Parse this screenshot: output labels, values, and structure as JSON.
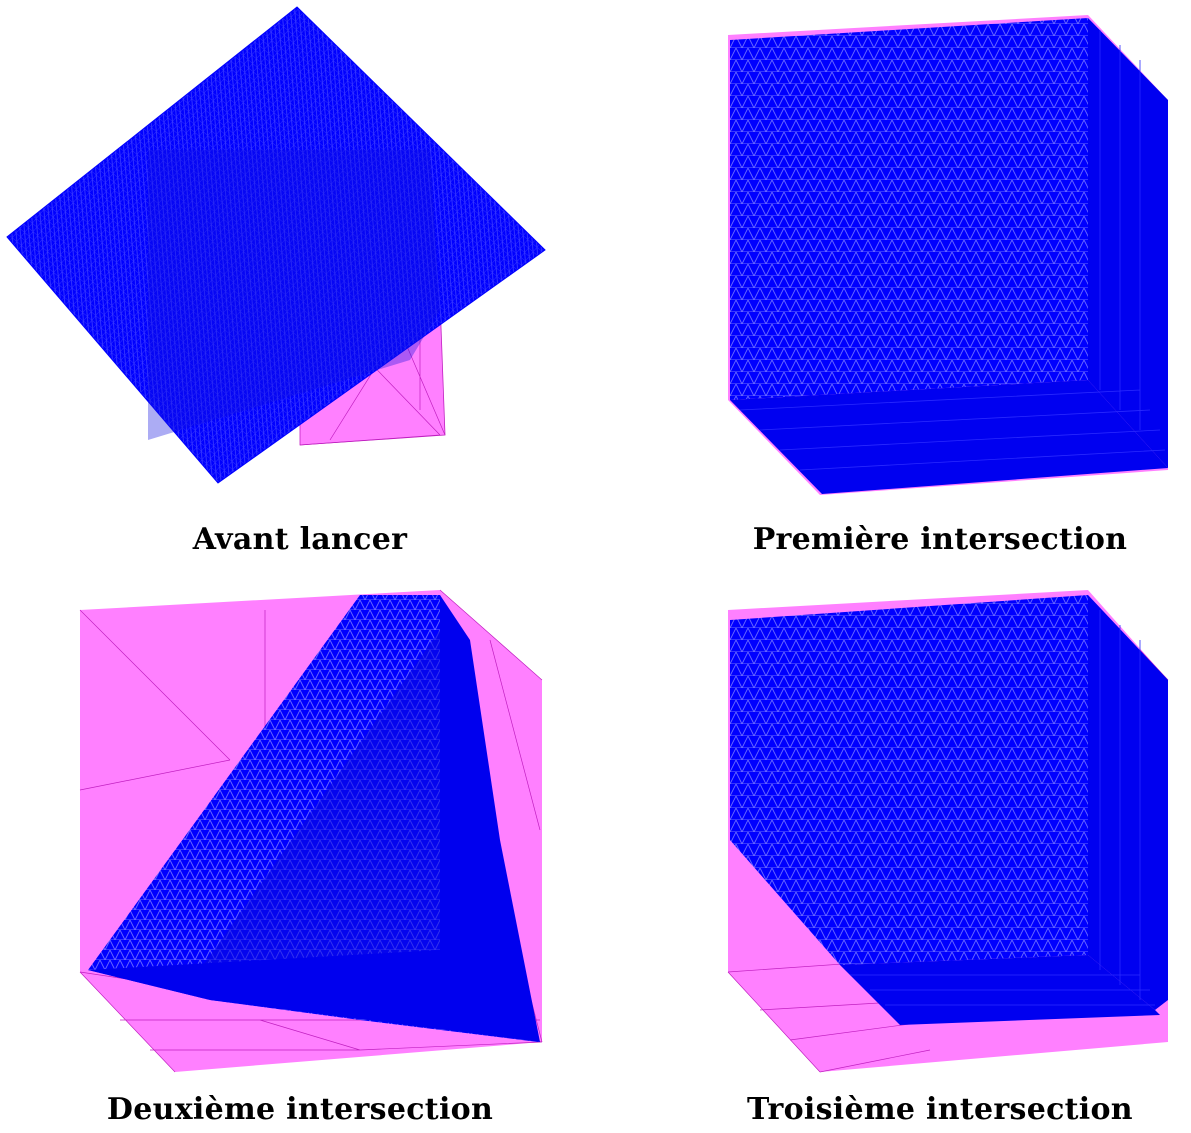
{
  "colors": {
    "face": "#ff80ff",
    "face_edge": "#c020c0",
    "mesh": "#0000ff",
    "mesh_line": "#5050ff",
    "caption_text": "#000000"
  },
  "panels": [
    {
      "caption": "Avant lancer"
    },
    {
      "caption": "Première intersection"
    },
    {
      "caption": "Deuxième intersection"
    },
    {
      "caption": "Troisième intersection"
    }
  ]
}
